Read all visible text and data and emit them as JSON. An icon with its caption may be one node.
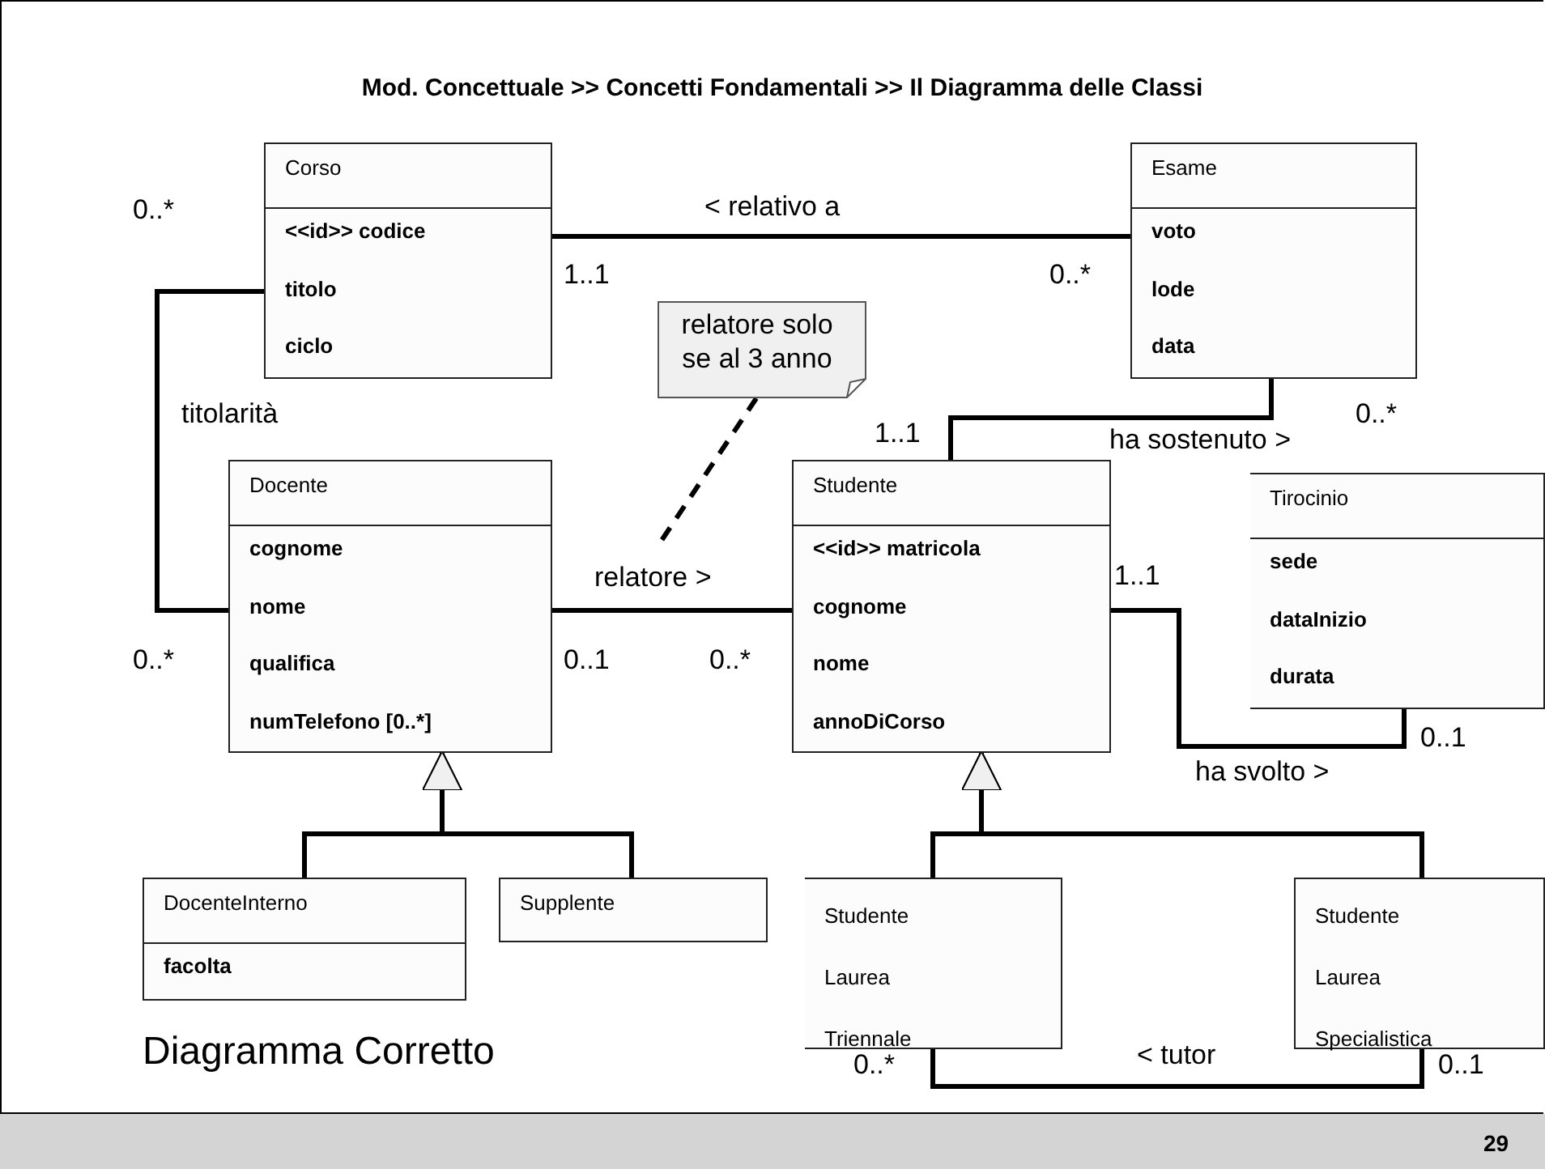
{
  "diagram": {
    "title": "Mod. Concettuale >> Concetti Fondamentali >> Il Diagramma delle Classi",
    "nodes": [
      {
        "text": [
          "Corso",
          "<<id>> codice",
          "titolo",
          "ciclo"
        ]
      },
      {
        "text": [
          "Esame",
          "voto",
          "lode",
          "data"
        ]
      },
      {
        "text": [
          "relatore solo se al 3 anno"
        ]
      },
      {
        "text": [
          "Docente",
          "cognome",
          "nome",
          "qualifica",
          "numTelefono [0..*]"
        ]
      },
      {
        "text": [
          "Studente",
          "<<id>> matricola",
          "cognome",
          "nome",
          "annoDiCorso"
        ]
      },
      {
        "text": [
          "Tirocinio",
          "sede",
          "dataInizio",
          "durata"
        ]
      },
      {
        "text": [
          "DocenteInterno",
          "facolta"
        ]
      },
      {
        "text": [
          "Supplente"
        ]
      },
      {
        "text": [
          "Studente Laurea Triennale"
        ]
      },
      {
        "text": [
          "Studente Laurea Specialistica"
        ]
      }
    ],
    "edges": [
      {
        "from": 0,
        "to": 1,
        "arrow": "none",
        "label": "< relativo a"
      },
      {
        "from": 0,
        "to": 3,
        "arrow": "none",
        "label": "titolarità"
      },
      {
        "from": 3,
        "to": 4,
        "arrow": "none",
        "label": "relatore >"
      },
      {
        "from": 2,
        "to": null,
        "arrow": "none",
        "style": "dashed"
      },
      {
        "from": 1,
        "to": 4,
        "arrow": "none",
        "label": "ha sostenuto >"
      },
      {
        "from": 4,
        "to": 5,
        "arrow": "none",
        "label": "ha svolto >"
      },
      {
        "from": 6,
        "to": 3,
        "arrow": "to"
      },
      {
        "from": 7,
        "to": 3,
        "arrow": "to"
      },
      {
        "from": 8,
        "to": 4,
        "arrow": "to"
      },
      {
        "from": 9,
        "to": 4,
        "arrow": "to"
      },
      {
        "from": 8,
        "to": 9,
        "arrow": "none",
        "label": "< tutor"
      }
    ],
    "labels": [
      "0..*",
      "1..1",
      "0..*",
      "1..1",
      "0..*",
      "0..*",
      "0..1",
      "0..*",
      "1..1",
      "0..1",
      "0..*",
      "0..1",
      "Diagramma Corretto",
      "29"
    ]
  }
}
